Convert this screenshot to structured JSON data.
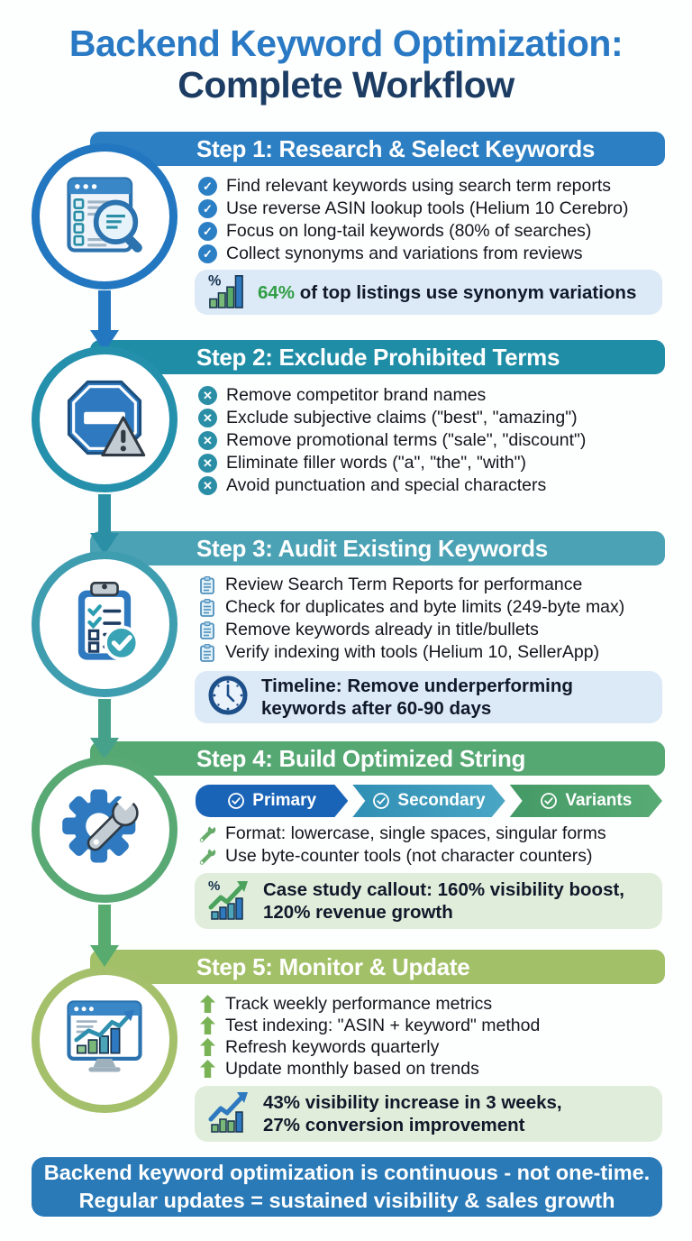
{
  "title": {
    "line1": "Backend Keyword Optimization:",
    "line2": "Complete Workflow"
  },
  "steps": [
    {
      "header": "Step 1: Research & Select Keywords",
      "icon": "document-search-icon",
      "bullet_icon": "check-circle-icon",
      "items": [
        "Find relevant keywords using search term reports",
        "Use reverse ASIN lookup tools (Helium 10 Cerebro)",
        "Focus on long-tail keywords (80% of searches)",
        "Collect synonyms and variations from reviews"
      ],
      "callout": {
        "icon": "bar-chart-percent-icon",
        "highlight": "64%",
        "text": "of top listings use synonym variations"
      }
    },
    {
      "header": "Step 2: Exclude Prohibited Terms",
      "icon": "stop-sign-warning-icon",
      "bullet_icon": "x-circle-icon",
      "items": [
        "Remove competitor brand names",
        "Exclude subjective claims (\"best\", \"amazing\")",
        "Remove promotional terms (\"sale\", \"discount\")",
        "Eliminate filler words (\"a\", \"the\", \"with\")",
        "Avoid punctuation and special characters"
      ]
    },
    {
      "header": "Step 3: Audit Existing Keywords",
      "icon": "clipboard-check-icon",
      "bullet_icon": "clipboard-icon",
      "items": [
        "Review Search Term Reports for performance",
        "Check for duplicates and byte limits (249-byte max)",
        "Remove keywords already in title/bullets",
        "Verify indexing with tools (Helium 10, SellerApp)"
      ],
      "callout": {
        "icon": "clock-icon",
        "line1": "Timeline: Remove underperforming",
        "line2": "keywords after 60-90 days"
      }
    },
    {
      "header": "Step 4: Build Optimized String",
      "icon": "gear-wrench-icon",
      "bullet_icon": "wrench-icon",
      "chevrons": [
        {
          "label": "Primary"
        },
        {
          "label": "Secondary"
        },
        {
          "label": "Variants"
        }
      ],
      "items": [
        "Format: lowercase, single spaces, singular forms",
        "Use byte-counter tools (not character counters)"
      ],
      "callout": {
        "icon": "growth-chart-percent-icon",
        "line1": "Case study callout: 160% visibility boost,",
        "line2": "120% revenue growth"
      }
    },
    {
      "header": "Step 5: Monitor & Update",
      "icon": "monitor-chart-icon",
      "bullet_icon": "up-arrow-icon",
      "items": [
        "Track weekly performance metrics",
        "Test indexing: \"ASIN + keyword\" method",
        "Refresh keywords quarterly",
        "Update monthly based on trends"
      ],
      "callout": {
        "icon": "growth-chart-icon",
        "line1": "43% visibility increase in 3 weeks,",
        "line2": "27% conversion improvement"
      }
    }
  ],
  "footer": {
    "line1": "Backend keyword optimization is continuous - not one-time.",
    "line2": "Regular updates = sustained visibility & sales growth"
  },
  "colors": {
    "title_blue": "#2979c4",
    "title_navy": "#1c3c63",
    "step1_header": "#2c7fc3",
    "step2_header": "#1f8da6",
    "step3_header": "#4aa2b4",
    "step4_header": "#56a873",
    "step5_header": "#a2c068",
    "callout_blue_bg": "#dce9f6",
    "callout_green_bg": "#e0edda",
    "highlight_green": "#2f9e44",
    "chevron_primary": "#1a64b8",
    "chevron_secondary": "#3e9cbd",
    "chevron_variants": "#4fa06a",
    "footer_bg": "#2a7ab8"
  }
}
